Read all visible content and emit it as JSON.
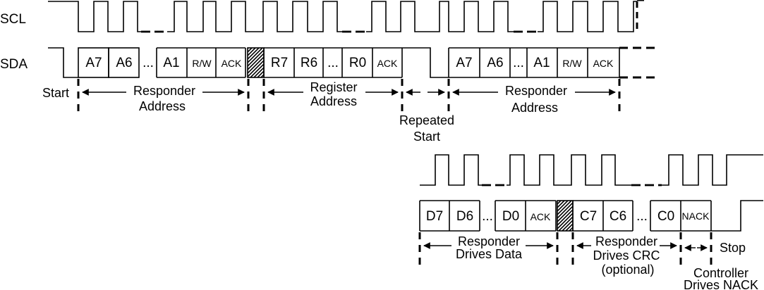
{
  "signals": {
    "scl": "SCL",
    "sda": "SDA"
  },
  "row1": {
    "bits": [
      "A7",
      "A6",
      "A1",
      "R/W",
      "ACK",
      "R7",
      "R6",
      "R0",
      "ACK",
      "A7",
      "A6",
      "A1",
      "R/W",
      "ACK"
    ],
    "dots": [
      "...",
      "...",
      "..."
    ],
    "labels": {
      "start": "Start",
      "responder_address_1": "Responder",
      "responder_address_2": "Address",
      "register_address_1": "Register",
      "register_address_2": "Address",
      "repeated_start_1": "Repeated",
      "repeated_start_2": "Start",
      "responder_address_b1": "Responder",
      "responder_address_b2": "Address"
    }
  },
  "row2": {
    "bits": [
      "D7",
      "D6",
      "D0",
      "ACK",
      "C7",
      "C6",
      "C0",
      "NACK"
    ],
    "dots": [
      "...",
      "..."
    ],
    "labels": {
      "drives_data_1": "Responder",
      "drives_data_2": "Drives Data",
      "drives_crc_1": "Responder",
      "drives_crc_2": "Drives CRC",
      "drives_crc_3": "(optional)",
      "stop": "Stop",
      "controller_1": "Controller",
      "controller_2": "Drives NACK"
    }
  }
}
